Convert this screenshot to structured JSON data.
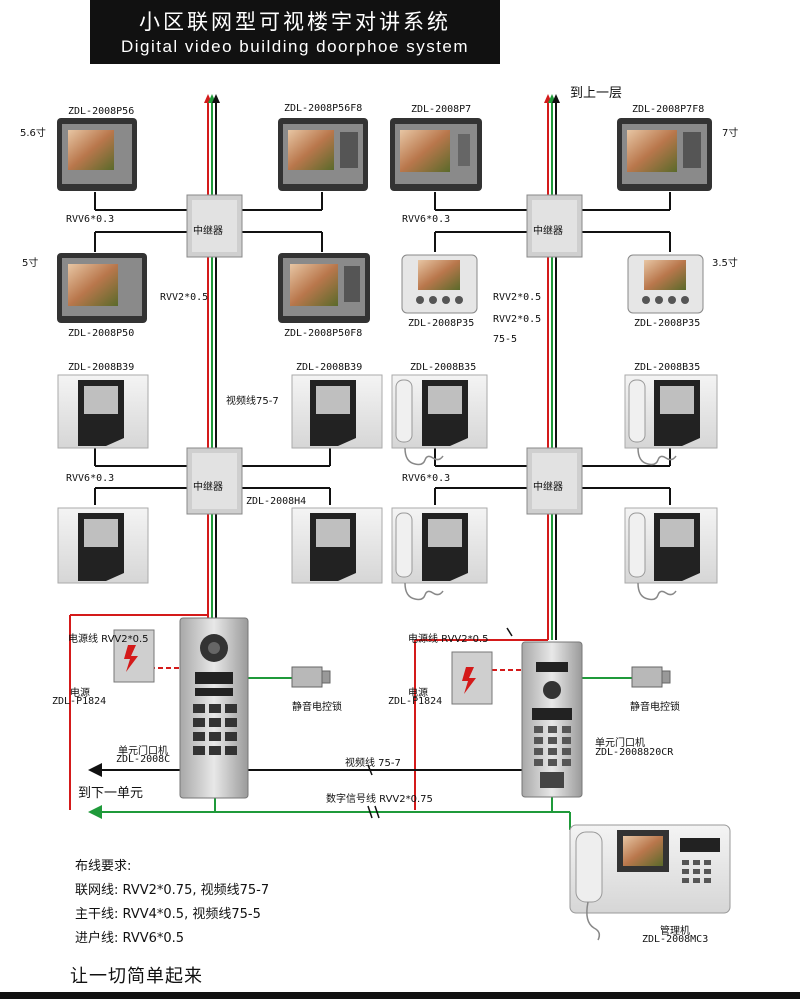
{
  "title_cn": "小区联网型可视楼宇对讲系统",
  "title_en": "Digital video building doorphoe system",
  "to_upper_floor": "到上一层",
  "to_next_unit": "到下一单元",
  "labels": {
    "p56": "ZDL-2008P56",
    "p56f8": "ZDL-2008P56F8",
    "p7": "ZDL-2008P7",
    "p7f8": "ZDL-2008P7F8",
    "size56": "5.6寸",
    "size7": "7寸",
    "size5": "5寸",
    "size35": "3.5寸",
    "p50": "ZDL-2008P50",
    "p50f8": "ZDL-2008P50F8",
    "p35a": "ZDL-2008P35",
    "p35b": "ZDL-2008P35",
    "rvv6_1": "RVV6*0.3",
    "rvv6_2": "RVV6*0.3",
    "rvv6_3": "RVV6*0.3",
    "rvv6_4": "RVV6*0.3",
    "rvv2_a": "RVV2*0.5",
    "rvv2_b": "RVV2*0.5",
    "rvv2_c": "RVV2*0.5",
    "cable755": "75-5",
    "video757_v": "视频线75-7",
    "b39a": "ZDL-2008B39",
    "b39b": "ZDL-2008B39",
    "b35a": "ZDL-2008B35",
    "b35b": "ZDL-2008B35",
    "h4": "ZDL-2008H4",
    "relay": "中继器",
    "power_line_a": "电源线 RVV2*0.5",
    "power_line_b": "电源线 RVV2*0.5",
    "power_a": "电源",
    "power_a_model": "ZDL-P1824",
    "power_b": "电源",
    "power_b_model": "ZDL-P1824",
    "lock_a": "静音电控锁",
    "lock_b": "静音电控锁",
    "door_a": "单元门口机",
    "door_a_model": "ZDL-2008C",
    "door_b": "单元门口机",
    "door_b_model": "ZDL-2008820CR",
    "video757_h": "视频线 75-7",
    "signal": "数字信号线 RVV2*0.75",
    "manager": "管理机",
    "manager_model": "ZDL-2008MC3"
  },
  "wiring": {
    "heading": "布线要求:",
    "line1": "联网线: RVV2*0.75, 视频线75-7",
    "line2": "主干线: RVV4*0.5, 视频线75-5",
    "line3": "进户线: RVV6*0.5"
  },
  "slogan": "让一切简单起来",
  "colors": {
    "red": "#d41a1a",
    "green": "#1f9a3a",
    "black": "#111111"
  }
}
